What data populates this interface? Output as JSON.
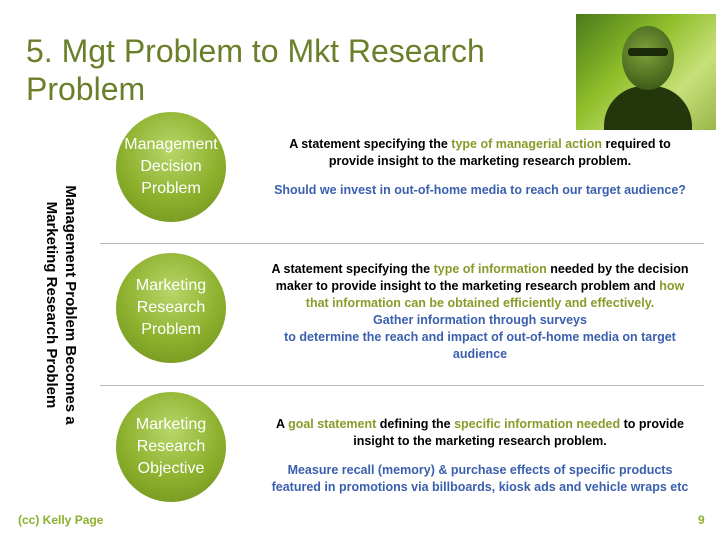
{
  "title": "5. Mgt Problem to Mkt Research Problem",
  "side_label": "Management Problem Becomes a Marketing Research Problem",
  "circles": [
    {
      "line1": "Management",
      "line2": "Decision",
      "line3": "Problem"
    },
    {
      "line1": "Marketing",
      "line2": "Research",
      "line3": "Problem"
    },
    {
      "line1": "Marketing",
      "line2": "Research",
      "line3": "Objective"
    }
  ],
  "block1": {
    "p1": "A statement specifying the",
    "p2": "type of managerial action",
    "p3": "required to provide insight to the marketing research problem.",
    "example": "Should we invest in out-of-home media to reach our target audience?"
  },
  "block2": {
    "p1": "A statement specifying the",
    "p2": "type of information",
    "p3": "needed by the decision maker to provide insight to the marketing research problem and",
    "p4": "how that information can be obtained efficiently and effectively.",
    "example1": "Gather information through surveys",
    "example2": "to determine the reach and impact of out-of-home media on target audience"
  },
  "block3": {
    "p1": "A",
    "p2": "goal statement",
    "p3": "defining the",
    "p4": "specific information needed",
    "p5": "to provide insight to the marketing research problem.",
    "example": "Measure recall (memory) & purchase effects of specific products featured in promotions via billboards, kiosk ads and vehicle wraps etc"
  },
  "footer": {
    "left": "(cc) Kelly Page",
    "right": "9"
  },
  "colors": {
    "accent": "#8cb02c",
    "title": "#6b7f2a",
    "blue": "#3a5fae"
  }
}
